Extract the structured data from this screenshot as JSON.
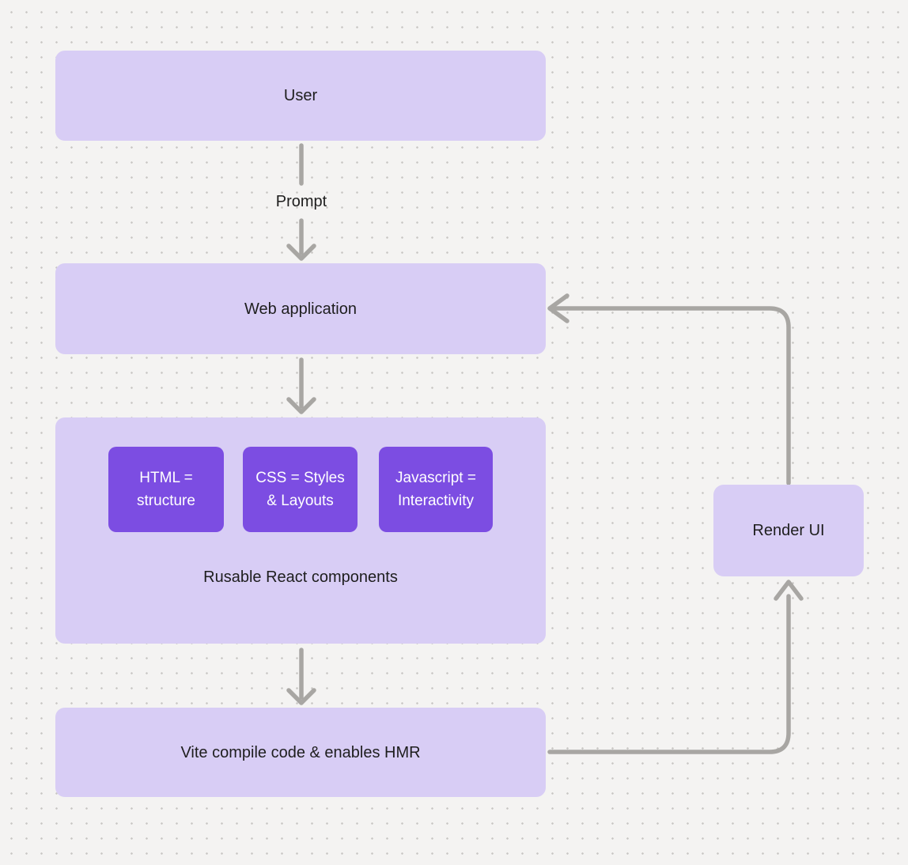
{
  "colors": {
    "background": "#f4f3f2",
    "dot": "#c8c6c4",
    "node_fill": "#d8cdf5",
    "accent_fill": "#7c4de2",
    "accent_text": "#ffffff",
    "text": "#1e1e1e",
    "arrow": "#a8a6a3"
  },
  "nodes": {
    "user": {
      "label": "User"
    },
    "web_app": {
      "label": "Web application"
    },
    "components": {
      "label": "Rusable React components",
      "children": [
        {
          "label": "HTML = structure"
        },
        {
          "label": "CSS = Styles & Layouts"
        },
        {
          "label": "Javascript = Interactivity"
        }
      ]
    },
    "vite": {
      "label": "Vite compile code & enables HMR"
    },
    "render_ui": {
      "label": "Render UI"
    }
  },
  "edges": {
    "prompt_label": "Prompt"
  }
}
